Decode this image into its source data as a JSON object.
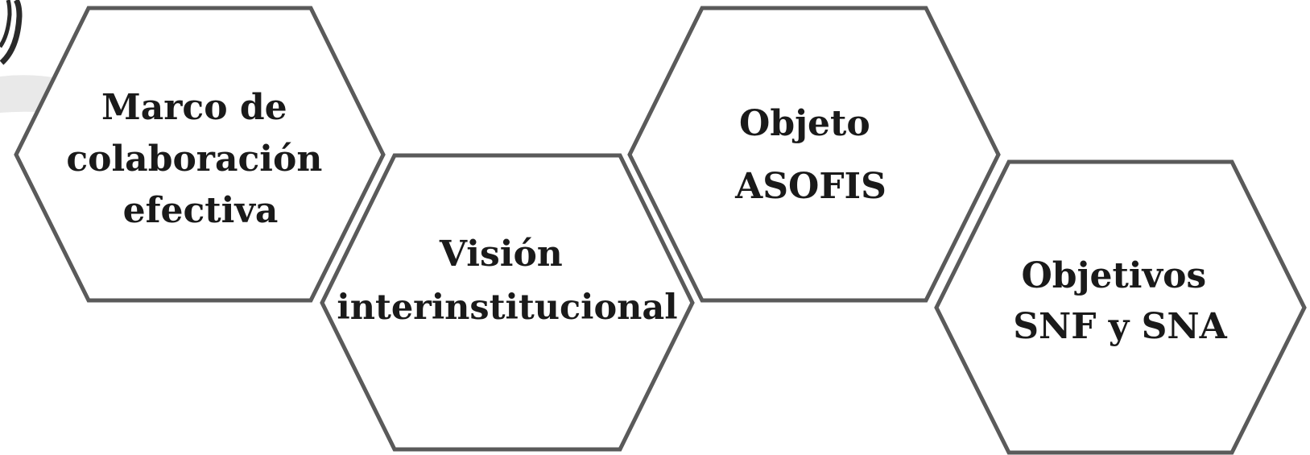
{
  "diagram": {
    "line_color": "#5a5a5a",
    "fill_color": "#ffffff",
    "text_color": "#1a1a1a",
    "hexagons": [
      {
        "id": "hex-marco",
        "lines": [
          "Marco de",
          "colaboración",
          "efectiva"
        ]
      },
      {
        "id": "hex-vision",
        "lines": [
          "Visión",
          "interinstitucional"
        ]
      },
      {
        "id": "hex-objeto",
        "lines": [
          "Objeto",
          "ASOFIS"
        ]
      },
      {
        "id": "hex-objetivos",
        "lines": [
          "Objetivos",
          "SNF y SNA"
        ]
      }
    ]
  }
}
